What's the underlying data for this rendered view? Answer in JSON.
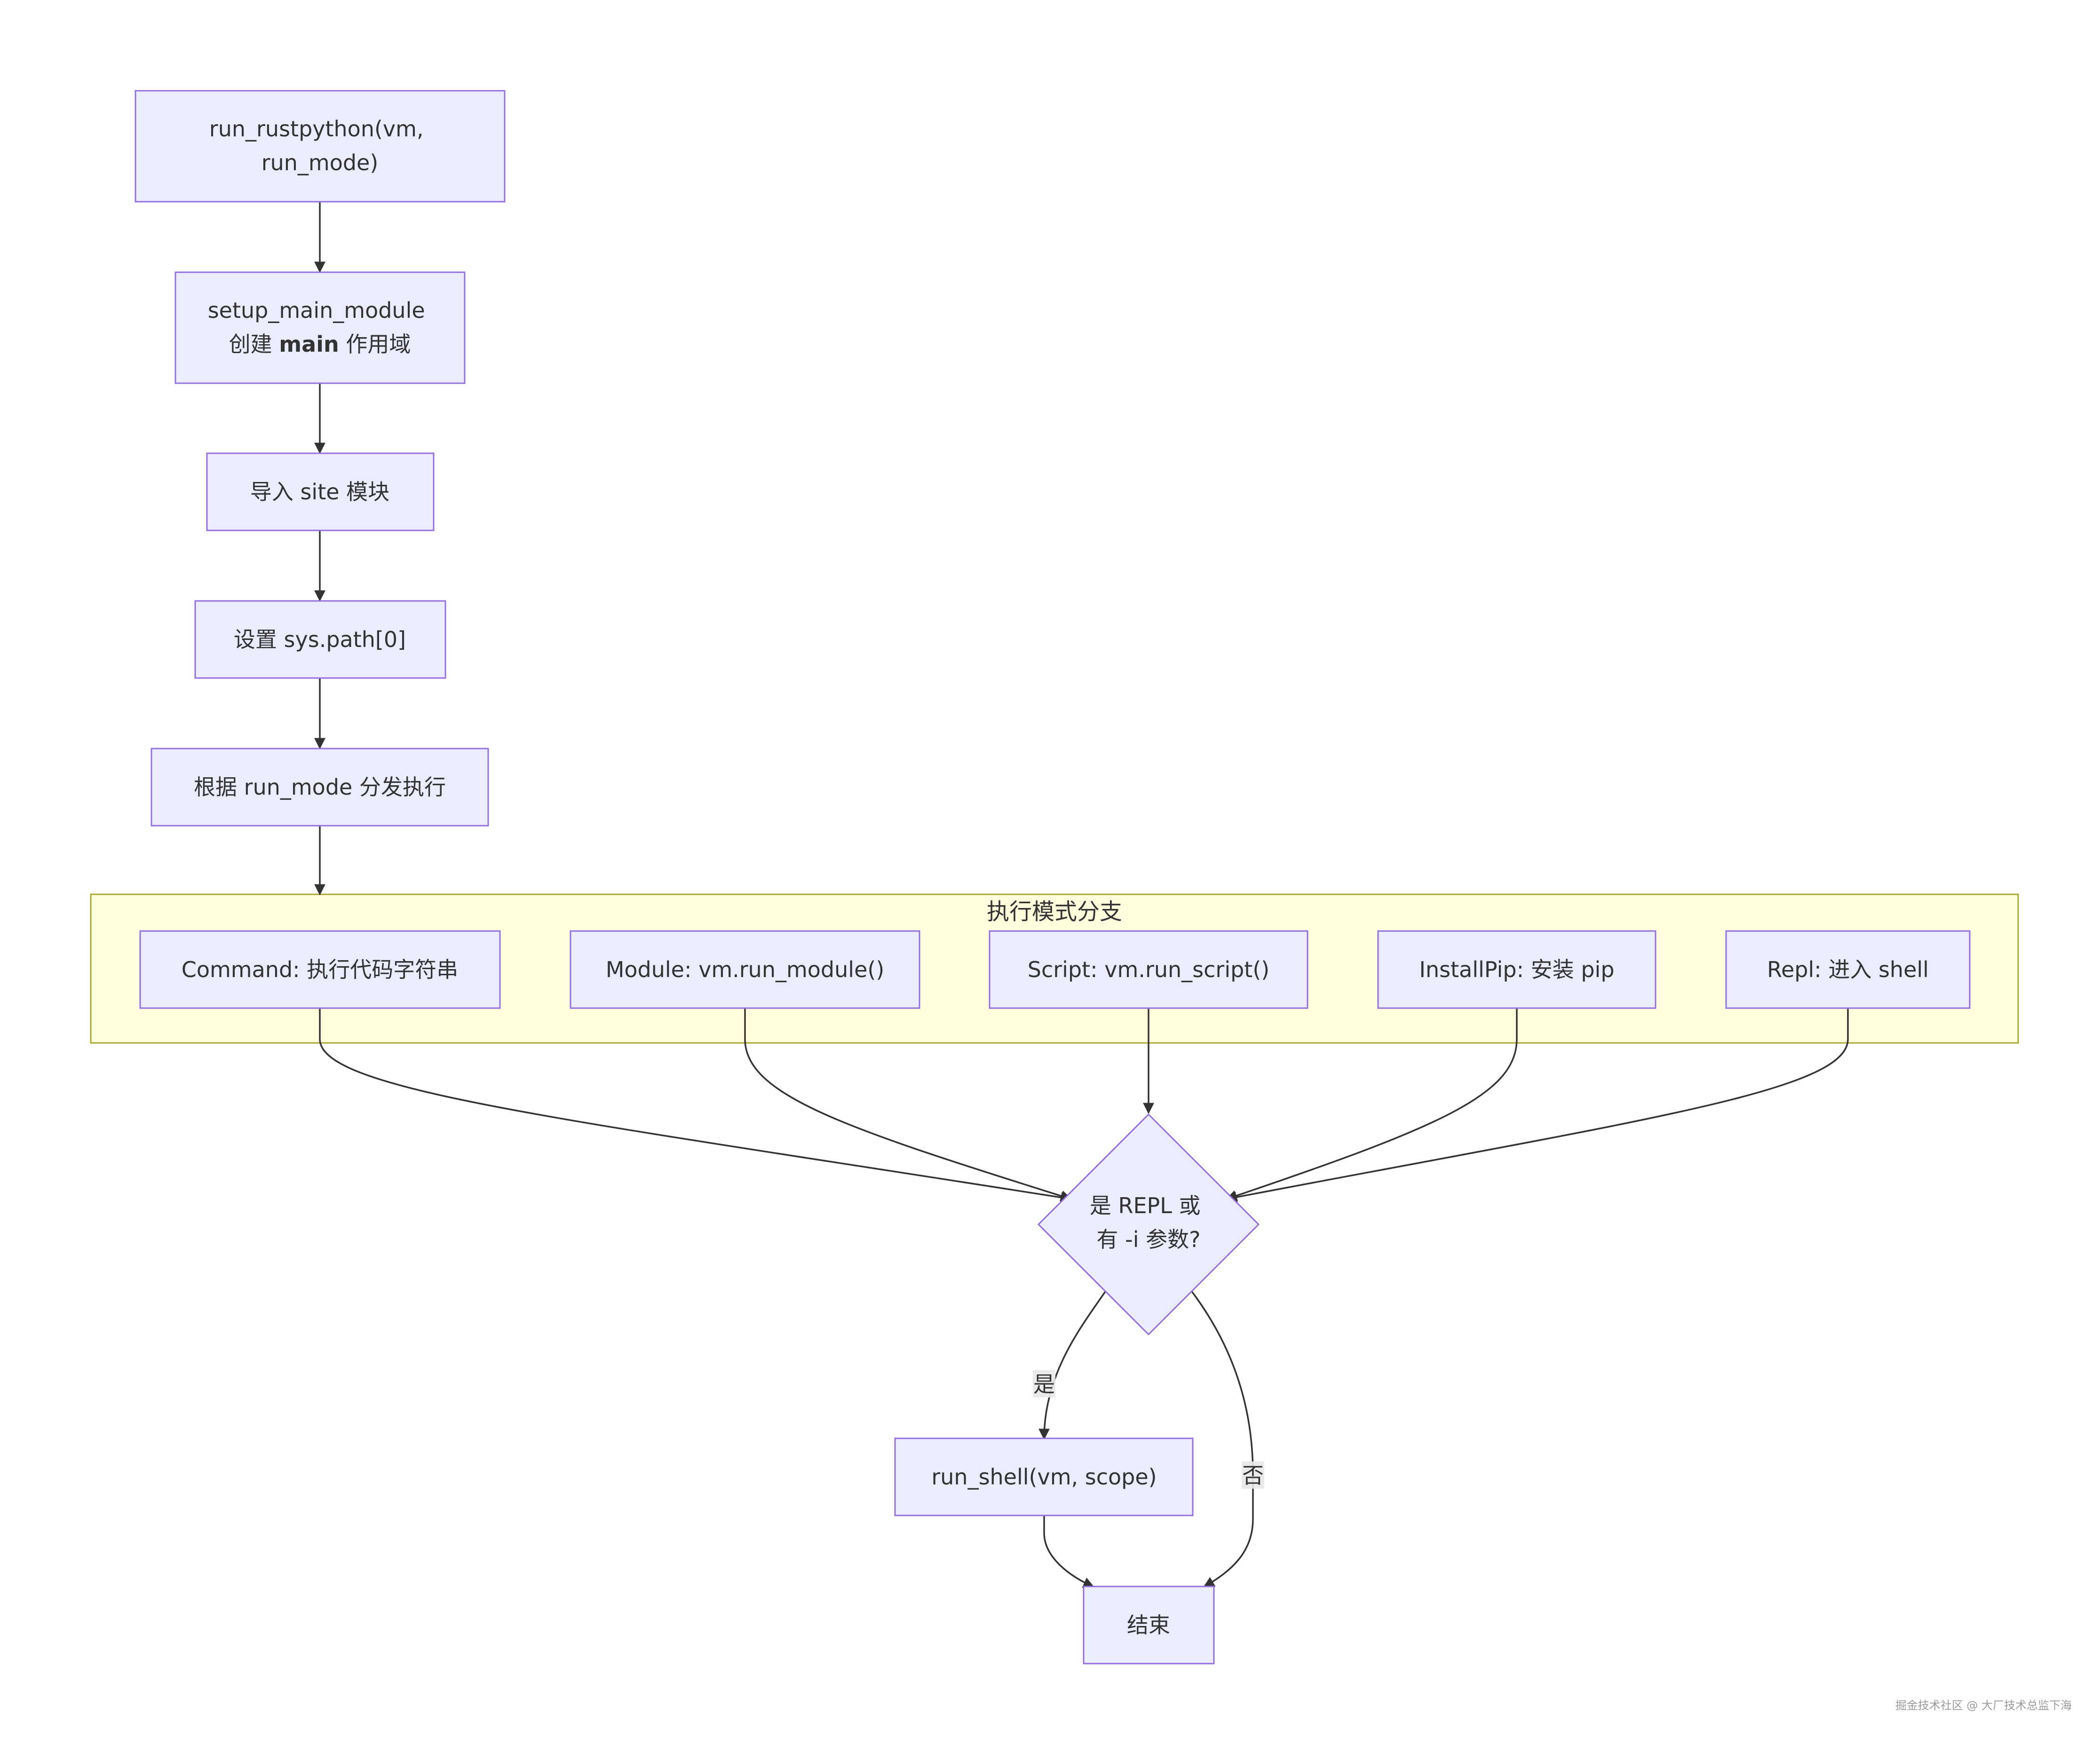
{
  "nodes": {
    "run_rustpython": {
      "line1": "run_rustpython(vm,",
      "line2": "run_mode)"
    },
    "setup_main": {
      "line1": "setup_main_module",
      "line2_pre": "创建 ",
      "line2_bold": "main",
      "line2_post": " 作用域"
    },
    "import_site": {
      "label": "导入 site 模块"
    },
    "set_path": {
      "label": "设置 sys.path[0]"
    },
    "dispatch": {
      "label": "根据 run_mode 分发执行"
    },
    "command": {
      "label": "Command: 执行代码字符串"
    },
    "module": {
      "label": "Module: vm.run_module()"
    },
    "script": {
      "label": "Script: vm.run_script()"
    },
    "installpip": {
      "label": "InstallPip: 安装 pip"
    },
    "repl": {
      "label": "Repl: 进入 shell"
    },
    "decision": {
      "line1": "是 REPL 或",
      "line2": "有 -i 参数?"
    },
    "run_shell": {
      "label": "run_shell(vm, scope)"
    },
    "end": {
      "label": "结束"
    }
  },
  "cluster": {
    "title": "执行模式分支"
  },
  "edge_labels": {
    "yes": "是",
    "no": "否"
  },
  "watermark": "掘金技术社区 @ 大厂技术总监下海",
  "colors": {
    "node_fill": "#ECECFF",
    "node_stroke": "#9370DB",
    "cluster_fill": "#FFFFDE",
    "cluster_stroke": "#AAAA33",
    "edge": "#333333"
  }
}
